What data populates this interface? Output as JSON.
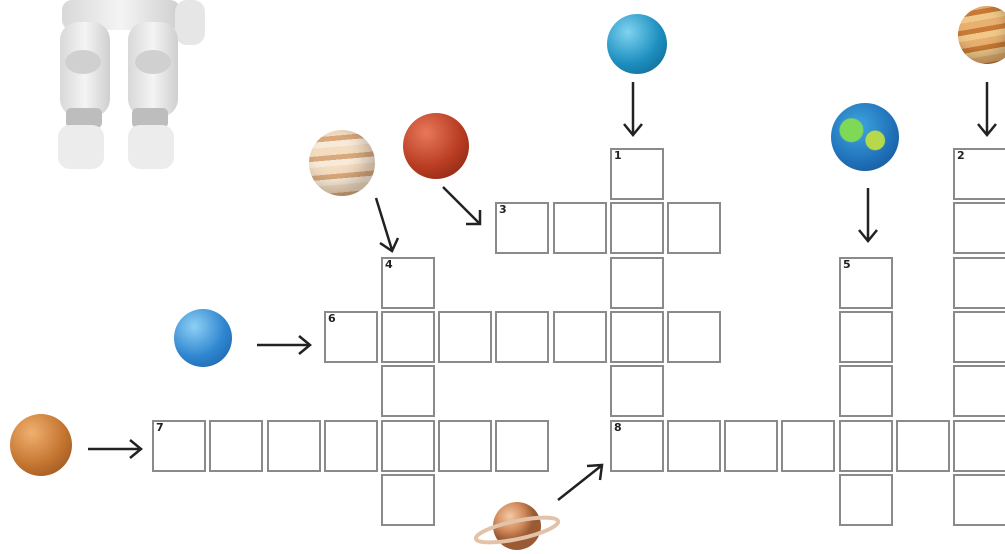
{
  "puzzle": {
    "clues": [
      {
        "number": "1",
        "direction": "down",
        "row": 0,
        "col": 9,
        "length": 6,
        "planet": "neptune-icon"
      },
      {
        "number": "2",
        "direction": "down",
        "row": 0,
        "col": 15,
        "length": 7,
        "planet": "venus-icon"
      },
      {
        "number": "3",
        "direction": "across",
        "row": 1,
        "col": 7,
        "length": 4,
        "planet": "mars-icon"
      },
      {
        "number": "4",
        "direction": "down",
        "row": 2,
        "col": 5,
        "length": 5,
        "planet": "jupiter-icon"
      },
      {
        "number": "5",
        "direction": "down",
        "row": 2,
        "col": 13,
        "length": 5,
        "planet": "earth-icon"
      },
      {
        "number": "6",
        "direction": "across",
        "row": 3,
        "col": 4,
        "length": 7,
        "planet": "uranus-icon"
      },
      {
        "number": "7",
        "direction": "across",
        "row": 5,
        "col": 1,
        "length": 7,
        "planet": "mercury-icon"
      },
      {
        "number": "8",
        "direction": "across",
        "row": 5,
        "col": 9,
        "length": 7,
        "planet": "saturn-icon"
      }
    ]
  },
  "decorations": {
    "astronaut": "astronaut-icon",
    "colors": {
      "cell_border": "#8a8a8a",
      "arrow": "#222222"
    }
  }
}
